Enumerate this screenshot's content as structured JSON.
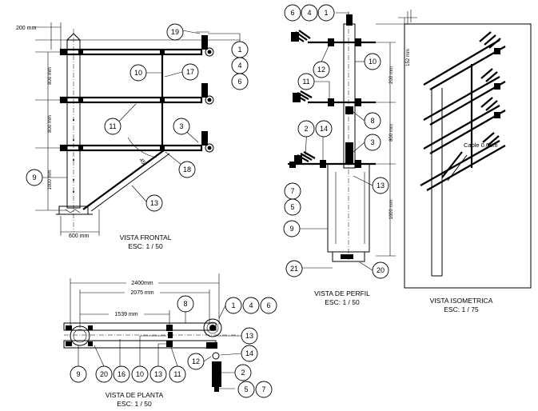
{
  "views": {
    "frontal": {
      "title": "VISTA FRONTAL",
      "scale": "ESC: 1 / 50"
    },
    "perfil": {
      "title": "VISTA DE PERFIL",
      "scale": "ESC: 1 / 50"
    },
    "isometrica": {
      "title": "VISTA ISOMETRICA",
      "scale": "ESC: 1 / 75"
    },
    "planta": {
      "title": "VISTA DE PLANTA",
      "scale": "ESC: 1 / 50"
    }
  },
  "dimensions": {
    "frontal_top": "200 mm",
    "frontal_800a": "800 mm",
    "frontal_800b": "800 mm",
    "frontal_1000": "1000 mm",
    "frontal_bottom": "600 mm",
    "frontal_angle": "45°",
    "perfil_200": "200 mm",
    "perfil_800": "800 mm",
    "perfil_1000": "1000 mm",
    "iso_152": "152 mm",
    "iso_note": "Cable 0.05m",
    "planta_2400": "2400mm",
    "planta_2075": "2075 mm",
    "planta_1539": "1539 mm"
  },
  "balloons": {
    "frontal": [
      "19",
      "1",
      "4",
      "6",
      "10",
      "17",
      "11",
      "3",
      "18",
      "9",
      "13"
    ],
    "perfil": [
      "6",
      "4",
      "1",
      "12",
      "10",
      "11",
      "8",
      "2",
      "14",
      "3",
      "13",
      "7",
      "5",
      "9",
      "21",
      "20"
    ],
    "planta": [
      "8",
      "1",
      "4",
      "6",
      "13",
      "14",
      "12",
      "2",
      "5",
      "7",
      "9",
      "20",
      "16",
      "10",
      "13",
      "11"
    ]
  }
}
